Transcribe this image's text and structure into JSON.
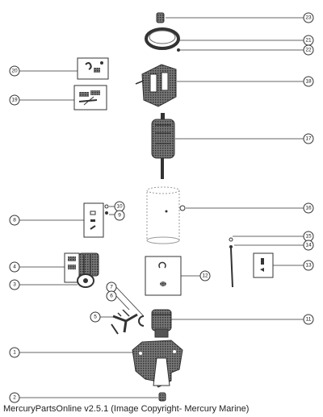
{
  "footer": {
    "text": "MercuryPartsOnline v2.5.1 (Image Copyright- Mercury Marine)"
  },
  "callouts": [
    "1",
    "2",
    "3",
    "4",
    "5",
    "6",
    "7",
    "8",
    "9",
    "10",
    "11",
    "12",
    "13",
    "14",
    "15",
    "16",
    "17",
    "18",
    "19",
    "20",
    "21",
    "22",
    "23"
  ],
  "colors": {
    "ink": "#333333",
    "shade": "#555555",
    "paper": "#ffffff"
  }
}
